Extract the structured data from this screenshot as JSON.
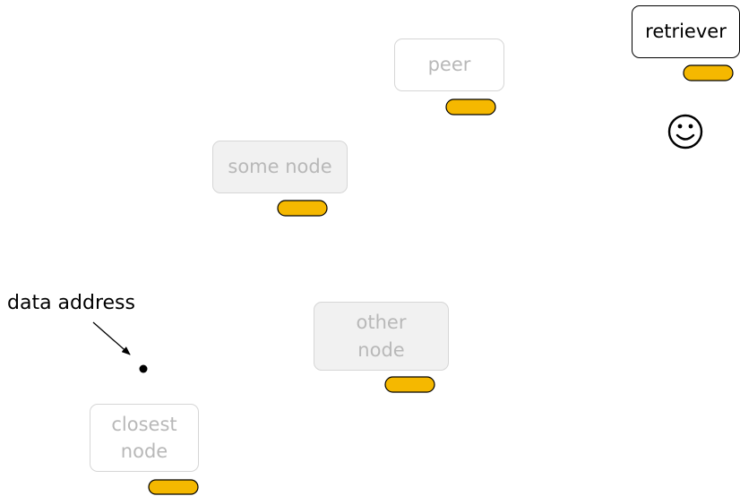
{
  "nodes": {
    "retriever": "retriever",
    "peer": "peer",
    "some_node": "some node",
    "other_node": "other\nnode",
    "closest_node": "closest\nnode"
  },
  "data_address": {
    "label": "data address"
  },
  "icons": {
    "smiley": "smiley-face-icon",
    "token": "token-icon"
  },
  "colors": {
    "token": "#F5B800",
    "active_border": "#000000",
    "inactive_text": "#B8B8B8"
  }
}
